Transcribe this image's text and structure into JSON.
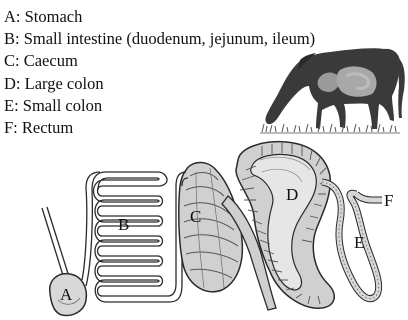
{
  "legend": [
    {
      "letter": "A",
      "text": "A: Stomach"
    },
    {
      "letter": "B",
      "text": "B: Small intestine (duodenum, jejunum, ileum)"
    },
    {
      "letter": "C",
      "text": "C: Caecum"
    },
    {
      "letter": "D",
      "text": "D: Large colon"
    },
    {
      "letter": "E",
      "text": "E: Small colon"
    },
    {
      "letter": "F",
      "text": "F: Rectum"
    }
  ],
  "diagram_labels": {
    "A": "A",
    "B": "B",
    "C": "C",
    "D": "D",
    "E": "E",
    "F": "F"
  },
  "colors": {
    "line": "#2a2a2a",
    "fill": "#d8d8d8",
    "dark": "#3c3c3c",
    "horse": "#3a3a3a",
    "organ": "#9a9a9a"
  }
}
